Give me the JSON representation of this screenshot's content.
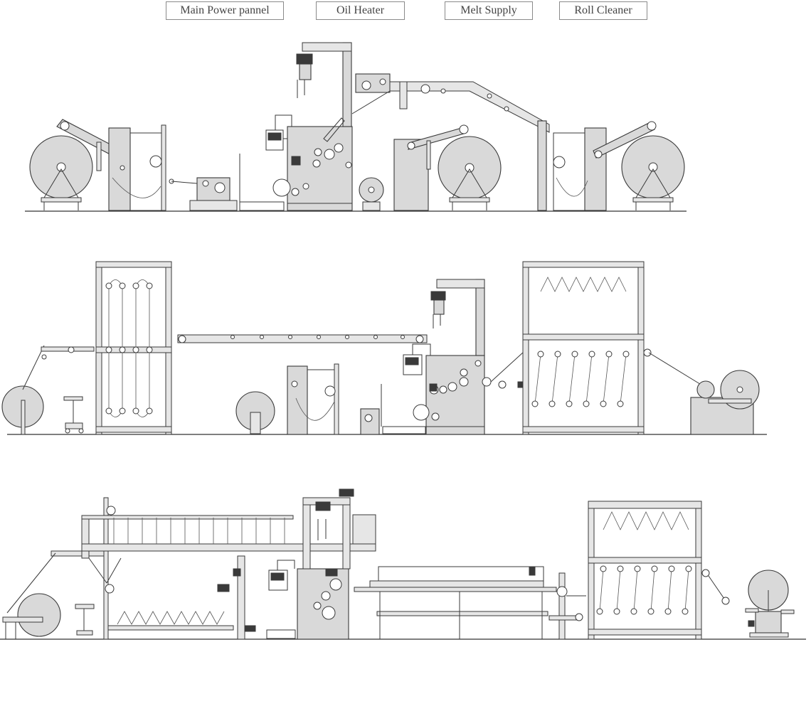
{
  "buttons": {
    "main_power": "Main Power pannel",
    "oil_heater": "Oil Heater",
    "melt_supply": "Melt Supply",
    "roll_cleaner": "Roll Cleaner"
  },
  "colors": {
    "machine_fill": "#d9d9d9",
    "outline": "#3a3a3a",
    "background": "#ffffff"
  },
  "lines": [
    "line-1",
    "line-2",
    "line-3"
  ]
}
